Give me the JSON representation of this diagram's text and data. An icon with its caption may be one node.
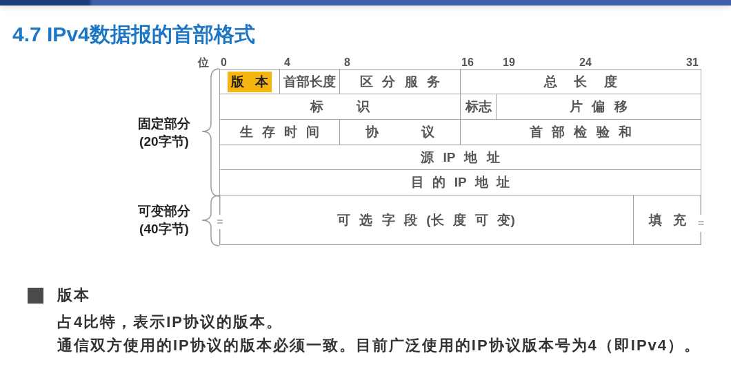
{
  "diagram": {
    "title": "4.7 IPv4数据报的首部格式",
    "nodes": [
      {
        "text": [
          "版 本"
        ]
      },
      {
        "text": [
          "首部长度"
        ]
      },
      {
        "text": [
          "区 分 服 务"
        ]
      },
      {
        "text": [
          "总 长 度"
        ]
      },
      {
        "text": [
          "标 识"
        ]
      },
      {
        "text": [
          "标志"
        ]
      },
      {
        "text": [
          "片 偏 移"
        ]
      },
      {
        "text": [
          "生 存 时 间"
        ]
      },
      {
        "text": [
          "协 议"
        ]
      },
      {
        "text": [
          "首 部 检 验 和"
        ]
      },
      {
        "text": [
          "源 IP 地 址"
        ]
      },
      {
        "text": [
          "目 的 IP 地 址"
        ]
      },
      {
        "text": [
          "可 选 字 段 (长 度 可 变)"
        ]
      },
      {
        "text": [
          "填 充"
        ]
      }
    ],
    "labels": [
      "位",
      "0",
      "4",
      "8",
      "16",
      "19",
      "24",
      "31",
      "固定部分(20字节)",
      "可变部分(40字节)",
      "版本",
      "占4比特，表示IP协议的版本。",
      "通信双方使用的IP协议的版本必须一致。目前广泛使用的IP协议版本号为4（即IPv4）。"
    ]
  }
}
